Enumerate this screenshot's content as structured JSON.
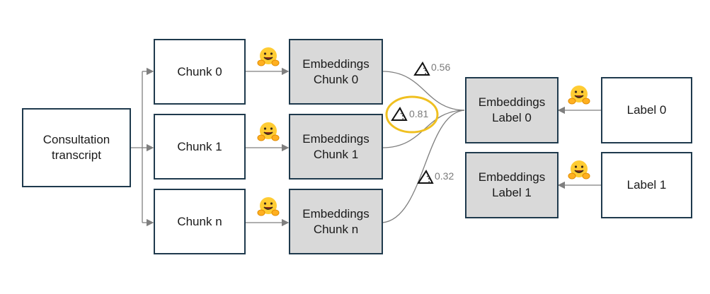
{
  "source": {
    "label": "Consultation\ntranscript"
  },
  "chunks": [
    {
      "label": "Chunk 0"
    },
    {
      "label": "Chunk 1"
    },
    {
      "label": "Chunk n"
    }
  ],
  "chunk_embeddings": [
    {
      "label": "Embeddings\nChunk 0"
    },
    {
      "label": "Embeddings\nChunk 1"
    },
    {
      "label": "Embeddings\nChunk n"
    }
  ],
  "label_embeddings": [
    {
      "label": "Embeddings\nLabel 0"
    },
    {
      "label": "Embeddings\nLabel 1"
    }
  ],
  "labels": [
    {
      "label": "Label 0"
    },
    {
      "label": "Label 1"
    }
  ],
  "similarities": [
    {
      "value": "0.56",
      "highlighted": false
    },
    {
      "value": "0.81",
      "highlighted": true
    },
    {
      "value": "0.32",
      "highlighted": false
    }
  ],
  "colors": {
    "box_border": "#1f3a4d",
    "embedding_fill": "#d9d9d9",
    "line": "#7f7f7f",
    "highlight": "#f0c020",
    "emoji_face": "#ffcc33"
  },
  "icons": {
    "model": "hugging-face-emoji-icon",
    "similarity": "angle-icon"
  }
}
